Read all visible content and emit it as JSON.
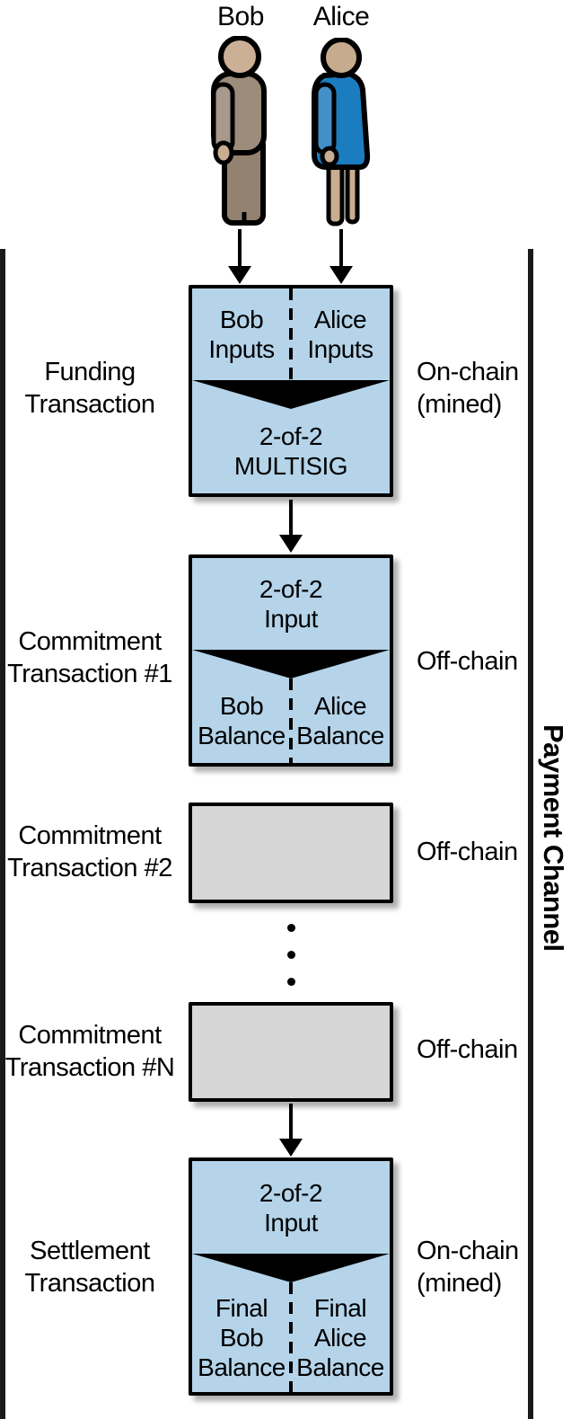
{
  "actors": {
    "bob": {
      "label": "Bob"
    },
    "alice": {
      "label": "Alice"
    }
  },
  "channel": {
    "label": "Payment Channel"
  },
  "boxes": {
    "funding": {
      "left_label": [
        "Funding",
        "Transaction"
      ],
      "right_label": [
        "On-chain",
        "(mined)"
      ],
      "inputs_left": [
        "Bob",
        "Inputs"
      ],
      "inputs_right": [
        "Alice",
        "Inputs"
      ],
      "output": [
        "2-of-2",
        "MULTISIG"
      ]
    },
    "commitment1": {
      "left_label": [
        "Commitment",
        "Transaction #1"
      ],
      "right_label": [
        "Off-chain"
      ],
      "input": [
        "2-of-2",
        "Input"
      ],
      "outputs_left": [
        "Bob",
        "Balance"
      ],
      "outputs_right": [
        "Alice",
        "Balance"
      ]
    },
    "commitment2": {
      "left_label": [
        "Commitment",
        "Transaction #2"
      ],
      "right_label": [
        "Off-chain"
      ]
    },
    "commitmentN": {
      "left_label": [
        "Commitment",
        "Transaction #N"
      ],
      "right_label": [
        "Off-chain"
      ]
    },
    "settlement": {
      "left_label": [
        "Settlement",
        "Transaction"
      ],
      "right_label": [
        "On-chain",
        "(mined)"
      ],
      "input": [
        "2-of-2",
        "Input"
      ],
      "outputs_left": [
        "Final",
        "Bob",
        "Balance"
      ],
      "outputs_right": [
        "Final",
        "Alice",
        "Balance"
      ]
    }
  },
  "colors": {
    "box_blue": "#b5d4ea",
    "box_gray": "#d6d6d6",
    "outline": "#000000",
    "bob_jacket": "#9d8c7a",
    "bob_trousers": "#93826f",
    "bob_arm": "#a8998c",
    "skin": "#c9ad90",
    "alice_dress": "#1b7dc0",
    "alice_sleeve": "#4290c7"
  }
}
